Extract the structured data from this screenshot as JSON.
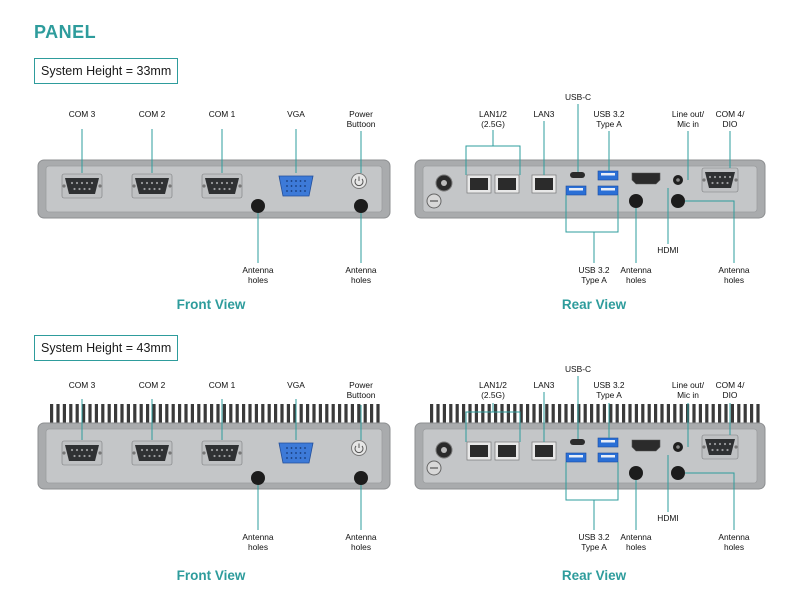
{
  "title": "PANEL",
  "sections": [
    {
      "system_height": "System Height = 33mm",
      "front": {
        "view_title": "Front View",
        "labels": {
          "com3": "COM 3",
          "com2": "COM 2",
          "com1": "COM 1",
          "vga": "VGA",
          "power": "Power\nButtoon",
          "ant1": "Antenna\nholes",
          "ant2": "Antenna\nholes"
        }
      },
      "rear": {
        "view_title": "Rear View",
        "labels": {
          "lan12": "LAN1/2\n(2.5G)",
          "lan3": "LAN3",
          "usbc": "USB-C",
          "usb_top": "USB 3.2\nType A",
          "line": "Line out/\nMic in",
          "com4": "COM 4/\nDIO",
          "hdmi": "HDMI",
          "usb_bottom": "USB 3.2\nType A",
          "ant1": "Antenna\nholes",
          "ant2": "Antenna\nholes"
        }
      }
    },
    {
      "system_height": "System Height = 43mm",
      "front": {
        "view_title": "Front View",
        "labels": {
          "com3": "COM 3",
          "com2": "COM 2",
          "com1": "COM 1",
          "vga": "VGA",
          "power": "Power\nButtoon",
          "ant1": "Antenna\nholes",
          "ant2": "Antenna\nholes"
        }
      },
      "rear": {
        "view_title": "Rear View",
        "labels": {
          "lan12": "LAN1/2\n(2.5G)",
          "lan3": "LAN3",
          "usbc": "USB-C",
          "usb_top": "USB 3.2\nType A",
          "line": "Line out/\nMic in",
          "com4": "COM 4/\nDIO",
          "hdmi": "HDMI",
          "usb_bottom": "USB 3.2\nType A",
          "ant1": "Antenna\nholes",
          "ant2": "Antenna\nholes"
        }
      }
    }
  ],
  "colors": {
    "accent": "#2e9c9c",
    "chassis": "#a9abad",
    "faceplate": "#c4c6c8",
    "usb_blue": "#2a6fd6",
    "vga_blue": "#3d7ad8"
  }
}
